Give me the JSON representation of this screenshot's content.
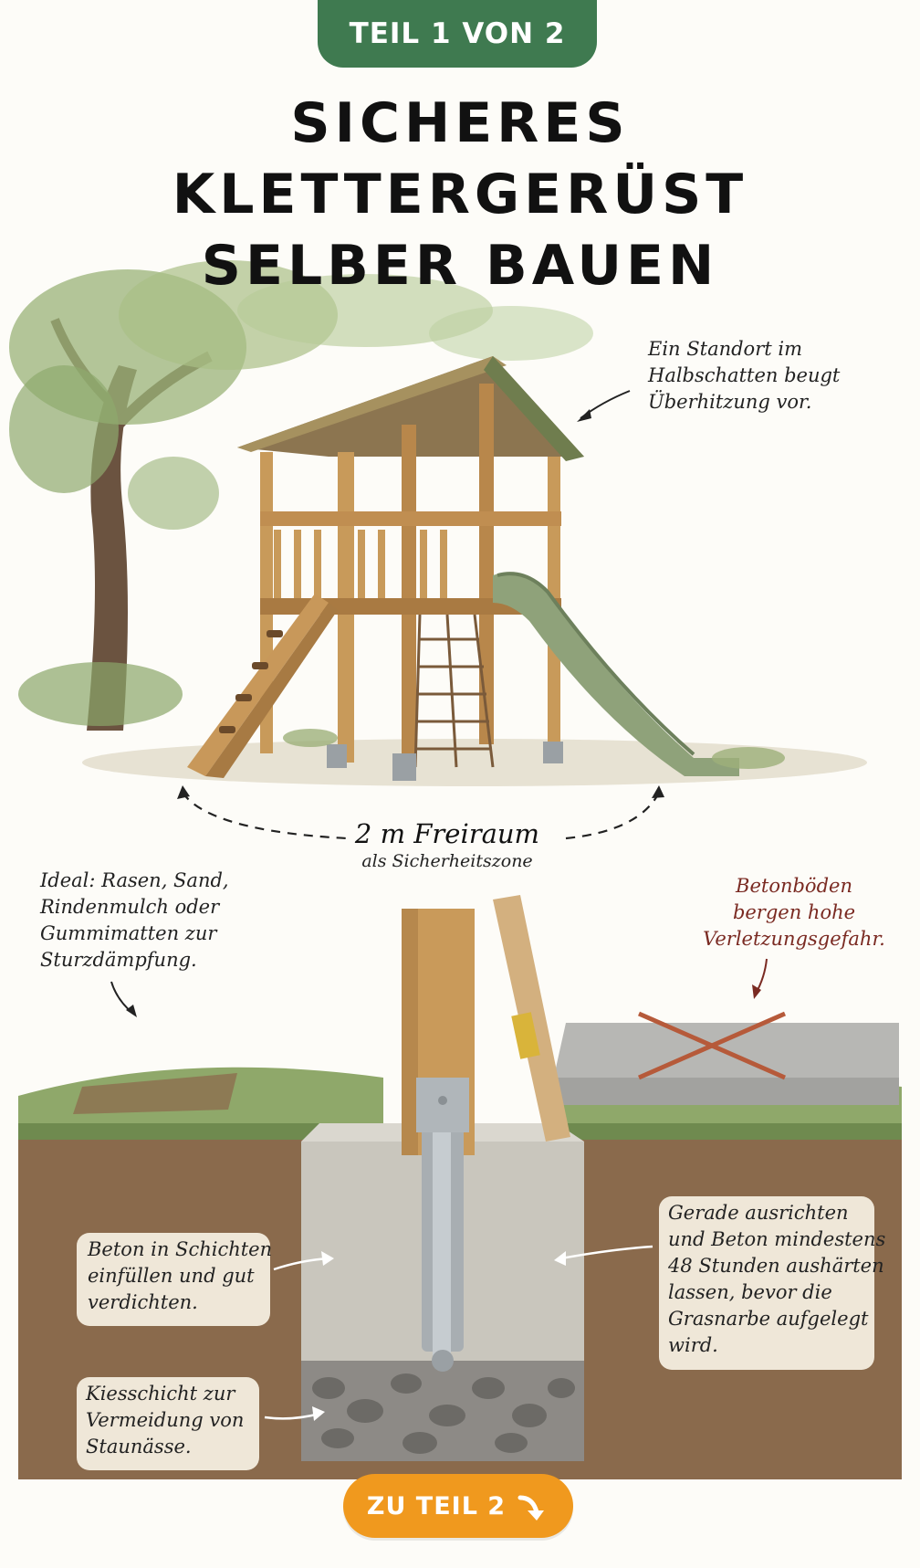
{
  "header": {
    "badge": "TEIL 1 VON 2",
    "title_lines": [
      "SICHERES",
      "KLETTERGERÜST",
      "SELBER BAUEN"
    ]
  },
  "notes": {
    "standort": [
      "Ein Standort im",
      "Halbschatten beugt",
      "Überhitzung vor."
    ],
    "freiraum_big": "2 m Freiraum",
    "freiraum_small": "als Sicherheitszone",
    "untergrund": [
      "Ideal: Rasen, Sand,",
      "Rindenmulch oder",
      "Gummimatten zur",
      "Sturzdämpfung."
    ],
    "beton_warning": [
      "Betonböden",
      "bergen hohe",
      "Verletzungsgefahr."
    ],
    "beton_schichten": [
      "Beton in Schichten",
      "einfüllen und gut",
      "verdichten."
    ],
    "ausrichten": [
      "Gerade ausrichten",
      "und Beton mindestens",
      "48 Stunden aushärten",
      "lassen, bevor die",
      "Grasnarbe aufgelegt",
      "wird."
    ],
    "kies": [
      "Kiesschicht zur",
      "Vermeidung von",
      "Staunässe."
    ]
  },
  "cta": {
    "label": "ZU TEIL 2",
    "icon": "arrow-down-right-icon"
  },
  "colors": {
    "badge": "#3f7a50",
    "cta": "#f0991e",
    "warning": "#7a2a22"
  }
}
